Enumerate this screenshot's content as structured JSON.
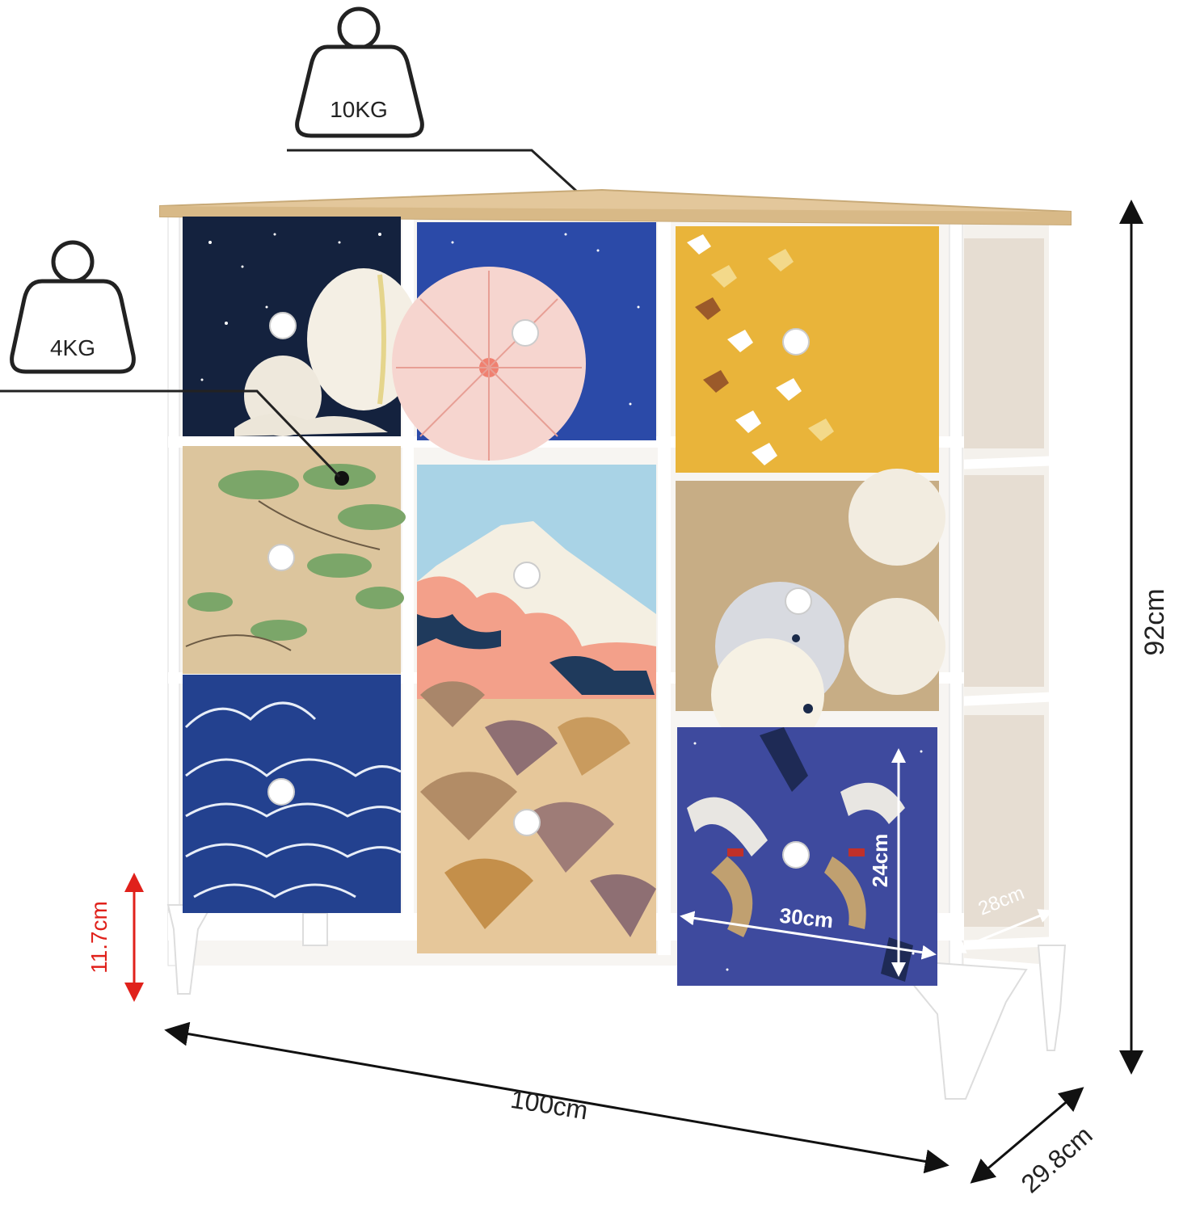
{
  "weights": {
    "top_load": "10KG",
    "drawer_load": "4KG"
  },
  "dimensions": {
    "height": "92cm",
    "width": "100cm",
    "depth": "29.8cm",
    "leg_height": "11.7cm",
    "drawer_height": "24cm",
    "drawer_width": "30cm",
    "drawer_depth": "28cm"
  },
  "colors": {
    "wood_top": "#e3c79b",
    "frame": "#ffffff",
    "side_fabric": "#e6ddd2",
    "leg_arrow": "#e0211b",
    "drawer_night": "#14223e",
    "drawer_blue": "#2b4aa8",
    "drawer_yellow": "#e9b43a",
    "drawer_beige": "#dcc59d",
    "drawer_sky": "#a9d3e6",
    "drawer_tan": "#c7ad85",
    "drawer_wave": "#23418f",
    "drawer_fan": "#e6c79a",
    "drawer_indigo": "#3e4a9e"
  }
}
